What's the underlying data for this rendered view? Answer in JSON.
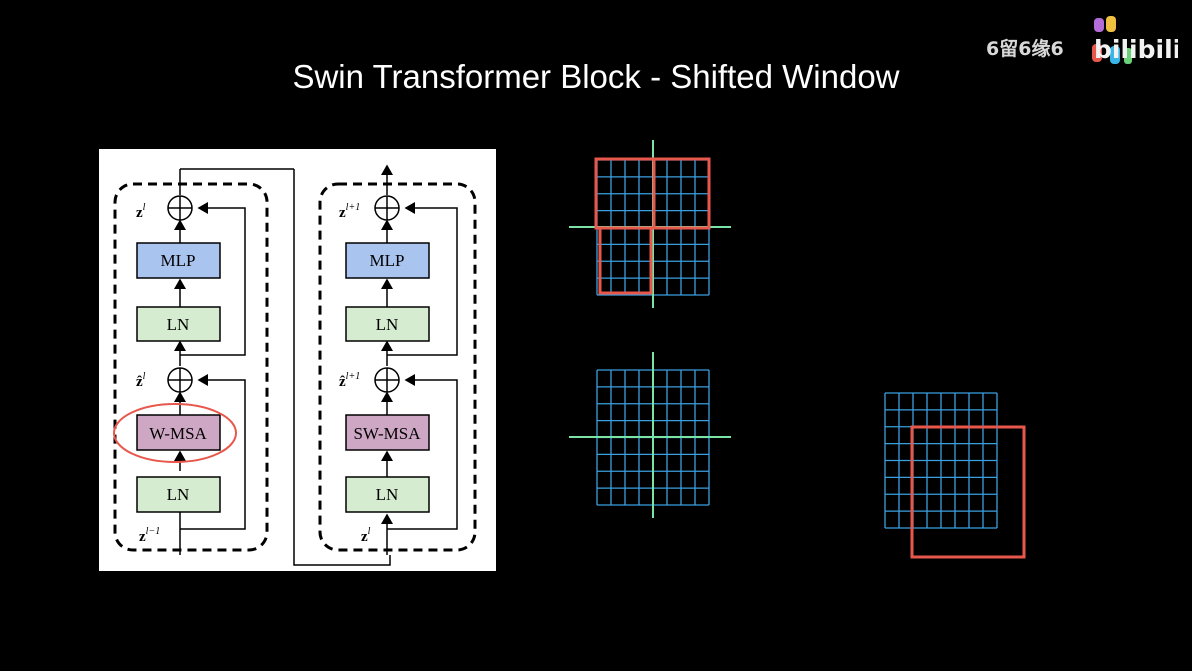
{
  "title": "Swin Transformer Block - Shifted Window",
  "watermark": "6留6缘6",
  "logo_text": "bilibili",
  "colors": {
    "background": "#000000",
    "grid_cyan": "#3aa0e0",
    "axis_green": "#7be3a6",
    "window_red": "#e8574c",
    "mlp_blue": "#a9c4ee",
    "ln_green": "#d6ecd0",
    "msa_pink": "#cda7c4"
  },
  "block_left": {
    "mlp": "MLP",
    "ln_top": "LN",
    "msa": "W-MSA",
    "ln_bottom": "LN",
    "z_out": "z",
    "z_out_sup": "l",
    "z_hat": "ẑ",
    "z_hat_sup": "l",
    "z_in": "z",
    "z_in_sup": "l−1"
  },
  "block_right": {
    "mlp": "MLP",
    "ln_top": "LN",
    "msa": "SW-MSA",
    "ln_bottom": "LN",
    "z_out": "z",
    "z_out_sup": "l+1",
    "z_hat": "ẑ",
    "z_hat_sup": "l+1",
    "z_in": "z",
    "z_in_sup": "l"
  }
}
